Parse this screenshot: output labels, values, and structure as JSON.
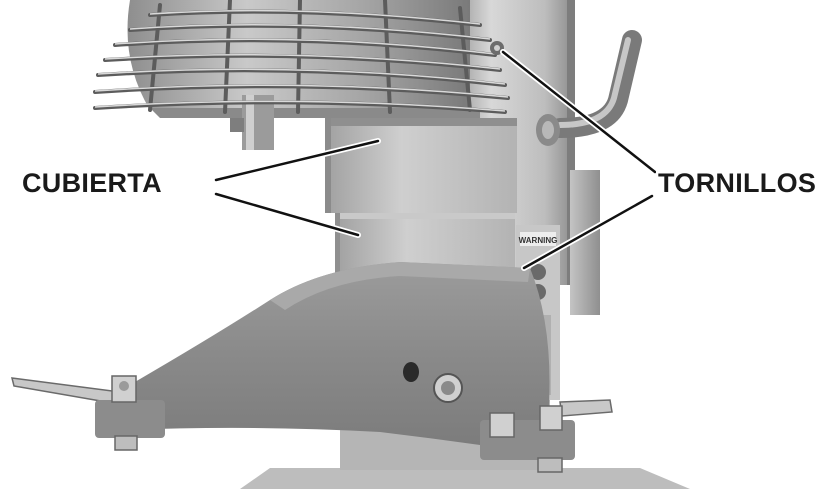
{
  "labels": {
    "cubierta": "CUBIERTA",
    "tornillos": "TORNILLOS"
  },
  "sticker": {
    "warning_text": "WARNING"
  },
  "colors": {
    "background": "#ffffff",
    "steel_light": "#d9d9d9",
    "steel_mid": "#a8a8a8",
    "steel_dark": "#6b6b6b",
    "label_text": "#1a1a1a",
    "leader_line": "#111111"
  }
}
